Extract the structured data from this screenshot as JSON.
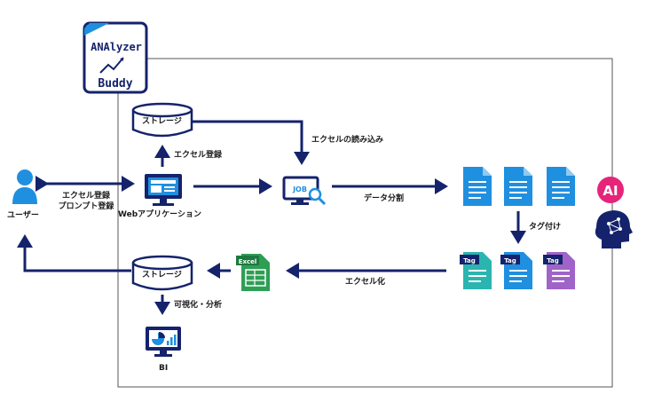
{
  "logo": {
    "line1": "ANAlyzer",
    "line2": "Buddy"
  },
  "nodes": {
    "user": "ユーザー",
    "storage_top": "ストレージ",
    "storage_bottom": "ストレージ",
    "web_app": "Webアプリケーション",
    "job": "JOB",
    "bi": "BI",
    "excel_icon": "Excel",
    "tag": "Tag",
    "ai": "AI"
  },
  "edges": {
    "user_web_1": "エクセル登録",
    "user_web_2": "プロンプト登録",
    "web_to_storage": "エクセル登録",
    "storage_to_job": "エクセルの読み込み",
    "job_to_docs": "データ分割",
    "tagging": "タグ付け",
    "to_excel": "エクセル化",
    "visualize": "可視化・分析"
  },
  "colors": {
    "navy": "#14236b",
    "blue": "#1f8fe0",
    "teal": "#2bb5b0",
    "purple": "#a064c8",
    "green": "#2f9e55",
    "magenta": "#e6247a"
  }
}
